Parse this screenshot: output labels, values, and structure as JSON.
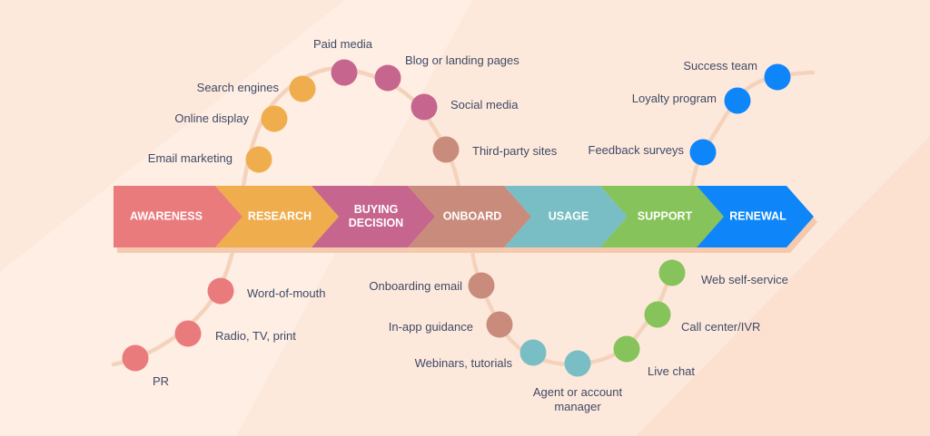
{
  "colors": {
    "background": "#fde9dc",
    "curve": "#f4d3bd",
    "shadow": "#f5c9ad",
    "label_text": "#3f4a66",
    "stage_text": "#ffffff"
  },
  "stages": [
    {
      "id": "awareness",
      "lines": [
        "AWARENESS"
      ],
      "color": "#ea7b7d"
    },
    {
      "id": "research",
      "lines": [
        "RESEARCH"
      ],
      "color": "#efad4e"
    },
    {
      "id": "buying-decision",
      "lines": [
        "BUYING",
        "DECISION"
      ],
      "color": "#c6668f"
    },
    {
      "id": "onboard",
      "lines": [
        "ONBOARD"
      ],
      "color": "#c98b7c"
    },
    {
      "id": "usage",
      "lines": [
        "USAGE"
      ],
      "color": "#79bec4"
    },
    {
      "id": "support",
      "lines": [
        "SUPPORT"
      ],
      "color": "#86c35a"
    },
    {
      "id": "renewal",
      "lines": [
        "RENEWAL"
      ],
      "color": "#0e86fa"
    }
  ],
  "touchpoints": [
    {
      "id": "pr",
      "stage": "awareness",
      "lines": [
        "PR"
      ]
    },
    {
      "id": "radio-tv-print",
      "stage": "awareness",
      "lines": [
        "Radio, TV, print"
      ]
    },
    {
      "id": "word-of-mouth",
      "stage": "awareness",
      "lines": [
        "Word-of-mouth"
      ]
    },
    {
      "id": "email-marketing",
      "stage": "research",
      "lines": [
        "Email marketing"
      ]
    },
    {
      "id": "online-display",
      "stage": "research",
      "lines": [
        "Online display"
      ]
    },
    {
      "id": "search-engines",
      "stage": "research",
      "lines": [
        "Search engines"
      ]
    },
    {
      "id": "paid-media",
      "stage": "buying-decision",
      "lines": [
        "Paid media"
      ]
    },
    {
      "id": "blog-landing-pages",
      "stage": "buying-decision",
      "lines": [
        "Blog or landing pages"
      ]
    },
    {
      "id": "social-media",
      "stage": "buying-decision",
      "lines": [
        "Social media"
      ]
    },
    {
      "id": "third-party-sites",
      "stage": "onboard",
      "lines": [
        "Third-party sites"
      ]
    },
    {
      "id": "onboarding-email",
      "stage": "onboard",
      "lines": [
        "Onboarding email"
      ]
    },
    {
      "id": "in-app-guidance",
      "stage": "onboard",
      "lines": [
        "In-app guidance"
      ]
    },
    {
      "id": "webinars-tutorials",
      "stage": "usage",
      "lines": [
        "Webinars, tutorials"
      ]
    },
    {
      "id": "agent-account-manager",
      "stage": "usage",
      "lines": [
        "Agent or account",
        "manager"
      ]
    },
    {
      "id": "live-chat",
      "stage": "support",
      "lines": [
        "Live chat"
      ]
    },
    {
      "id": "call-center-ivr",
      "stage": "support",
      "lines": [
        "Call center/IVR"
      ]
    },
    {
      "id": "web-self-service",
      "stage": "support",
      "lines": [
        "Web self-service"
      ]
    },
    {
      "id": "feedback-surveys",
      "stage": "renewal",
      "lines": [
        "Feedback surveys"
      ]
    },
    {
      "id": "loyalty-program",
      "stage": "renewal",
      "lines": [
        "Loyalty program"
      ]
    },
    {
      "id": "success-team",
      "stage": "renewal",
      "lines": [
        "Success team"
      ]
    }
  ]
}
